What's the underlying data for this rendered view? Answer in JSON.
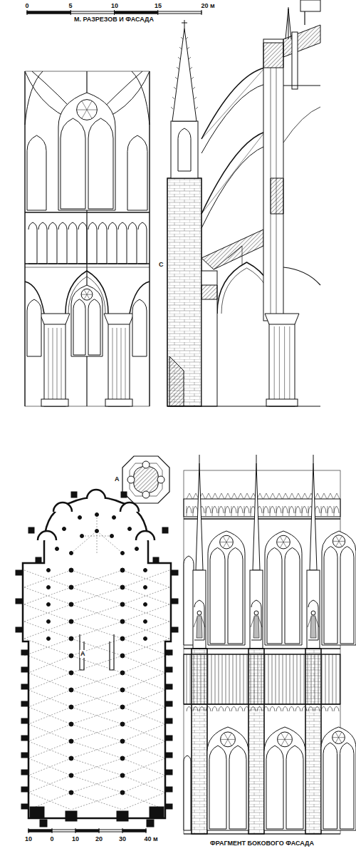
{
  "diagram": {
    "labels": [
      "0",
      "5",
      "10",
      "15",
      "20 м",
      "М. РАЗРЕЗОВ И ФАСАДА",
      "С",
      "А",
      "А",
      "10",
      "0",
      "10",
      "20",
      "30",
      "40 м",
      "ФРАГМЕНТ БОКОВОГО ФАСАДА"
    ]
  }
}
